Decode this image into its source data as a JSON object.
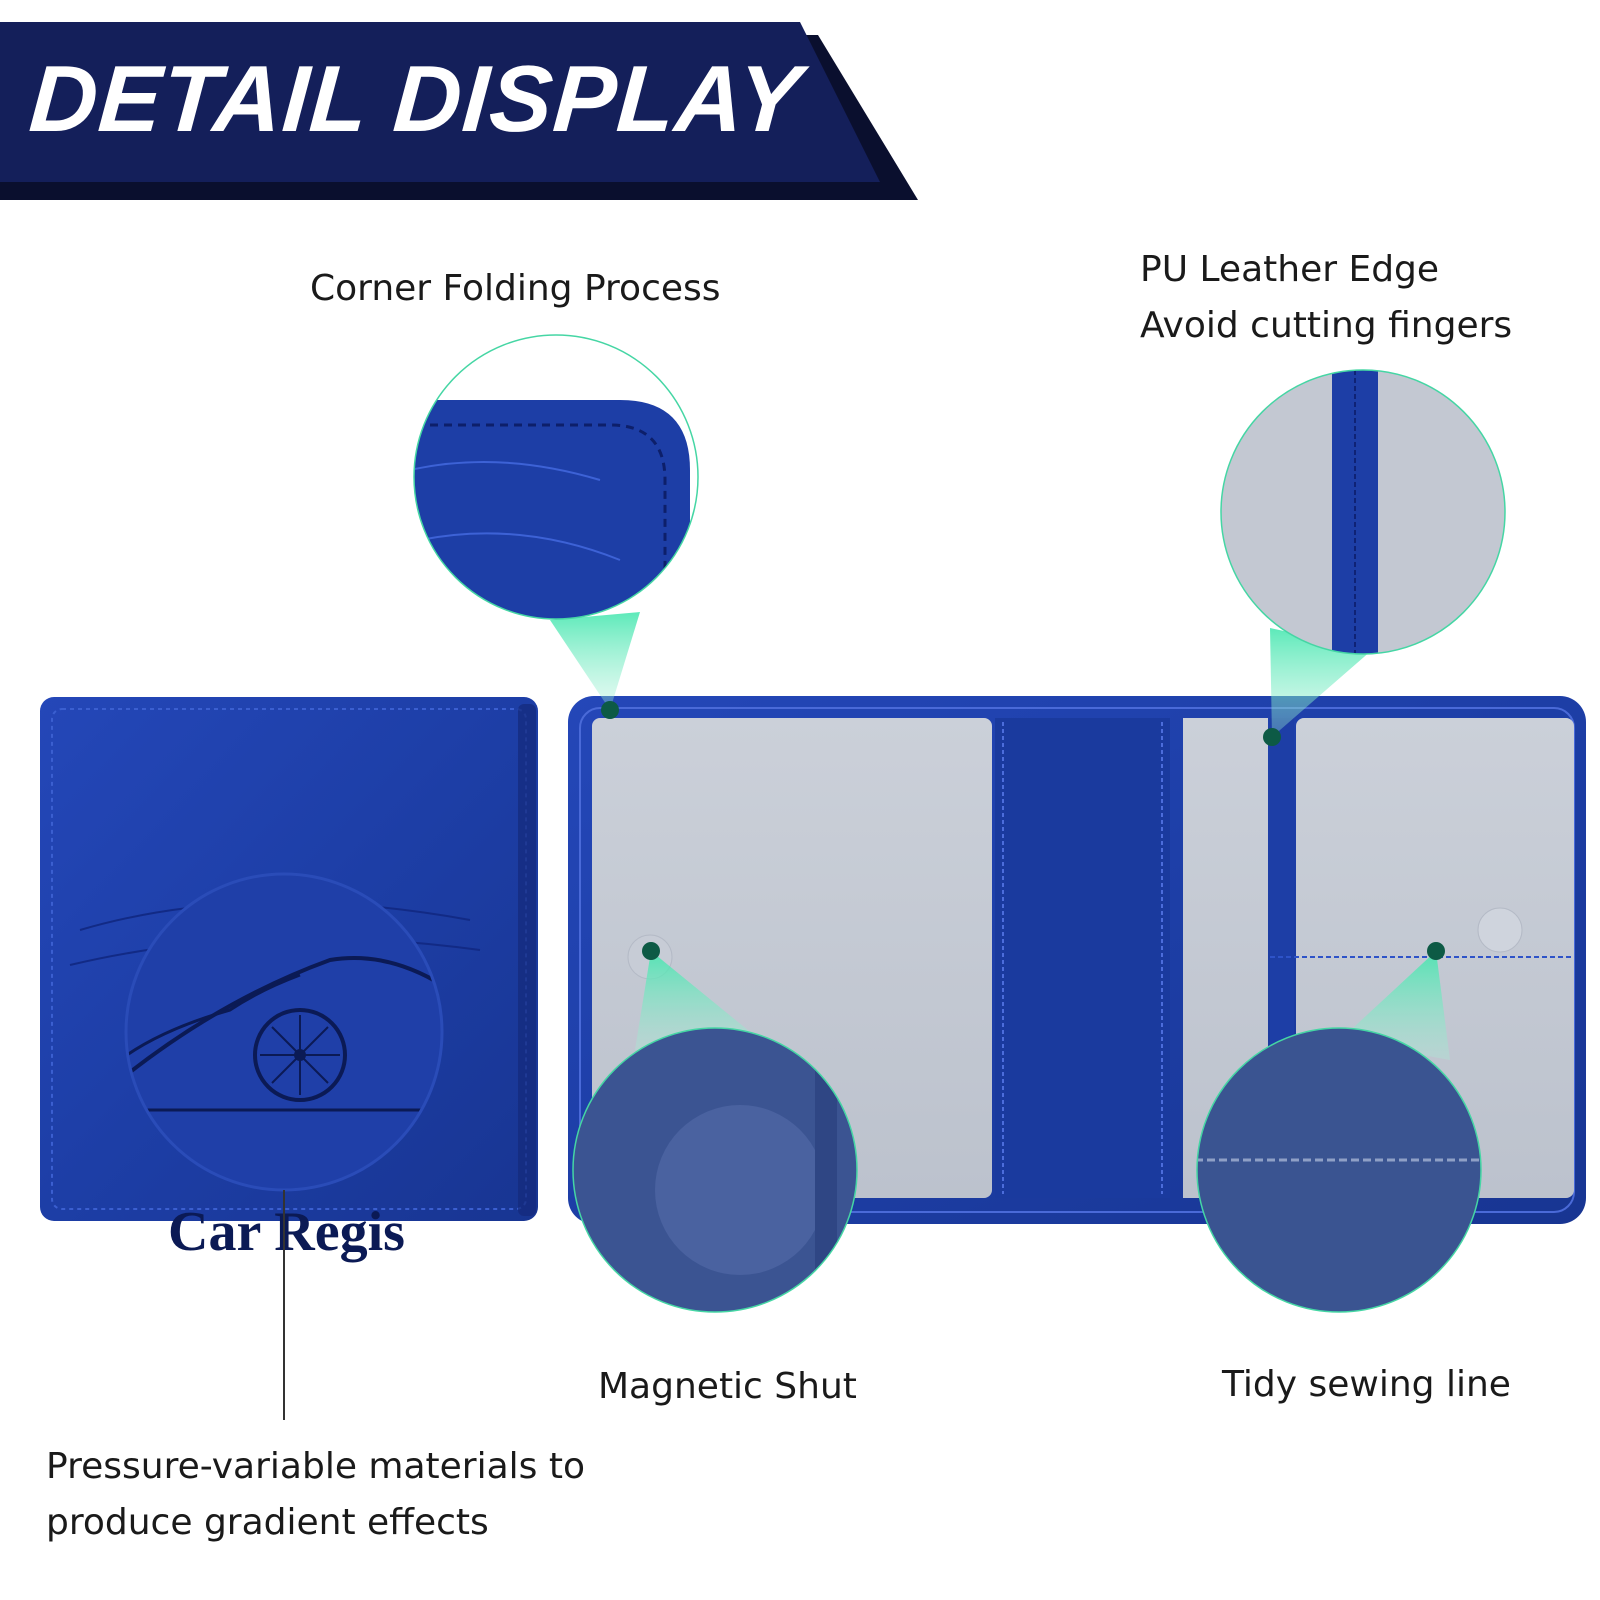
{
  "banner": {
    "title": "DETAIL DISPLAY"
  },
  "callouts": {
    "corner": "Corner Folding Process",
    "edge_line1": "PU Leather Edge",
    "edge_line2": "Avoid cutting fingers",
    "magnet": "Magnetic Shut",
    "sewing": "Tidy sewing line",
    "pressure_line1": "Pressure-variable materials to",
    "pressure_line2": "produce gradient effects"
  },
  "product": {
    "emboss_text": "Car Regis",
    "colors": {
      "leather": "#1f3fa8",
      "leather_dark": "#14297a",
      "panel": "#c4c9d3",
      "banner_navy": "#141f5a",
      "accent_green": "#3fe0a8"
    }
  }
}
